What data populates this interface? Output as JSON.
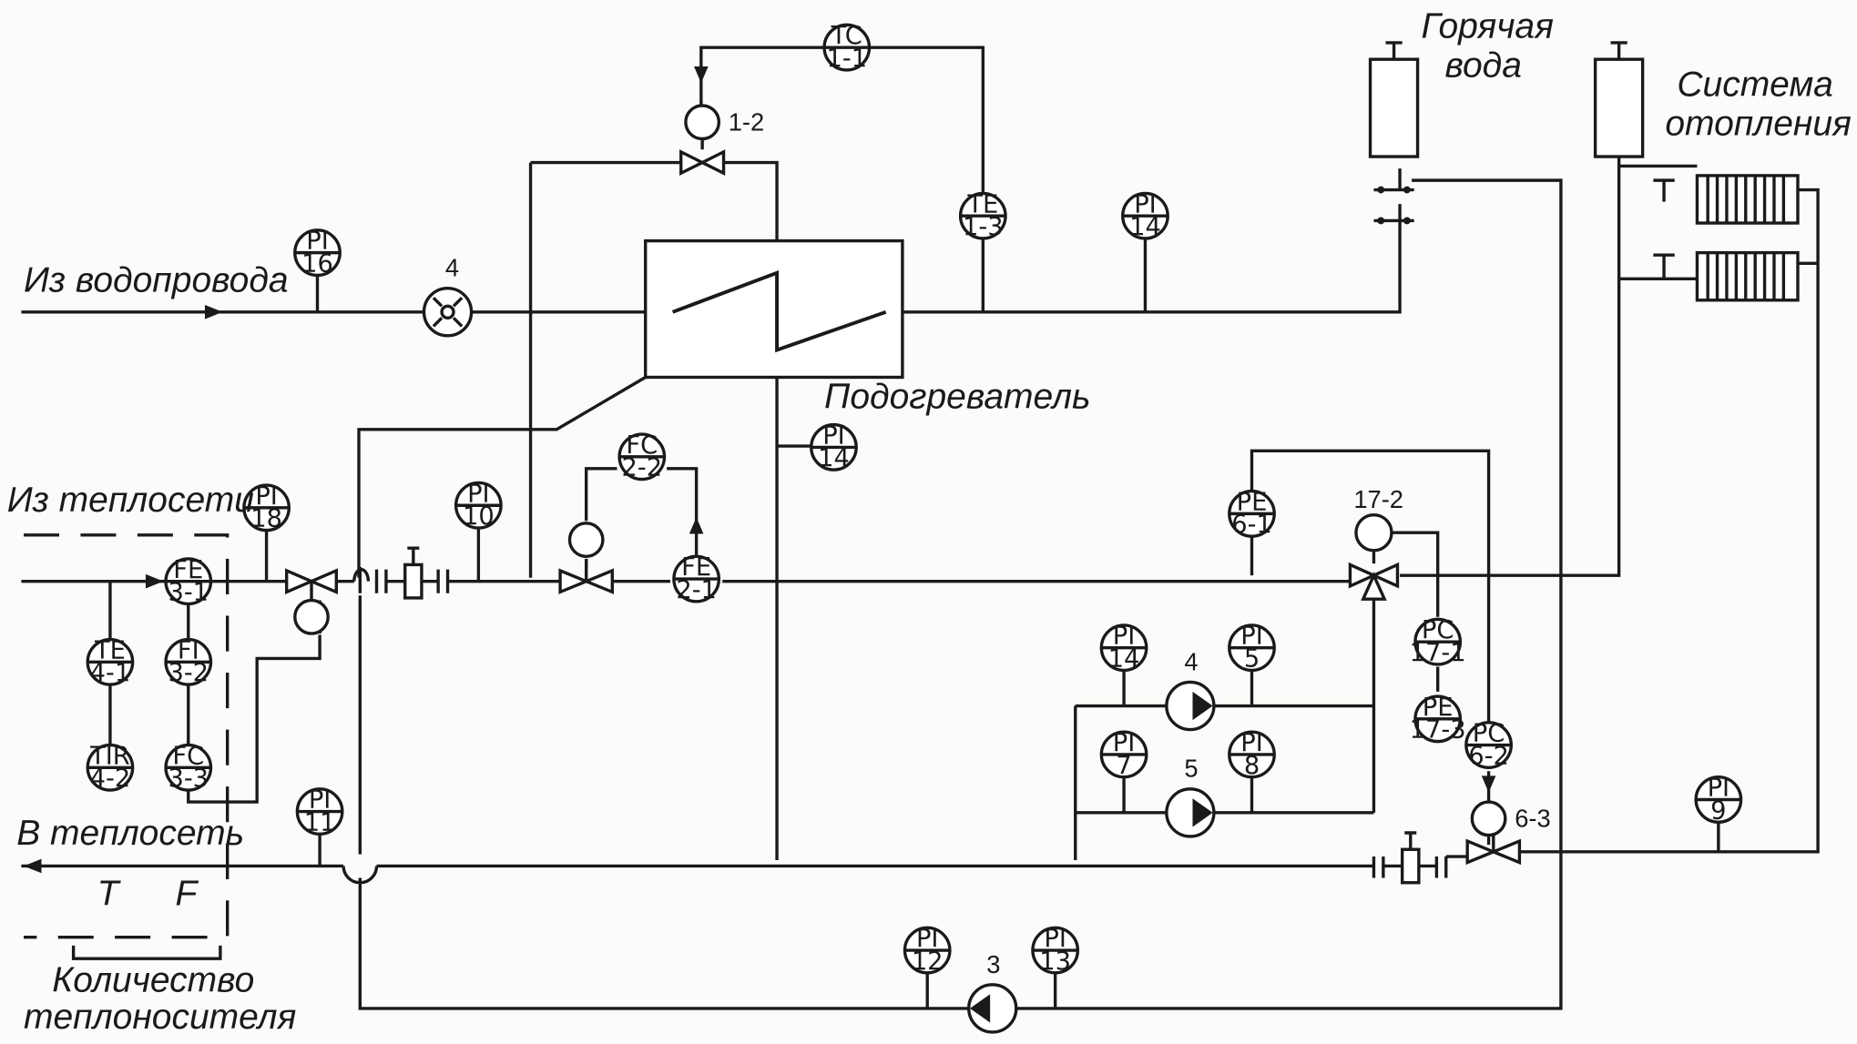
{
  "labels": {
    "water_supply_in": "Из водопровода",
    "heat_network_in": "Из теплосети",
    "heat_network_out": "В теплосеть",
    "heater": "Подогреватель",
    "hot_water_line1": "Горячая",
    "hot_water_line2": "вода",
    "heating_system_line1": "Система",
    "heating_system_line2": "отопления",
    "coolant_qty_line1": "Количество",
    "coolant_qty_line2": "теплоносителя",
    "letter_t": "T",
    "letter_f": "F"
  },
  "instruments": [
    {
      "id": "tc-1-1",
      "top": "TC",
      "bottom": "1-1"
    },
    {
      "id": "te-1-3",
      "top": "TE",
      "bottom": "1-3"
    },
    {
      "id": "pi-14-a",
      "top": "PI",
      "bottom": "14"
    },
    {
      "id": "pi-16",
      "top": "PI",
      "bottom": "16"
    },
    {
      "id": "pi-14-b",
      "top": "PI",
      "bottom": "14"
    },
    {
      "id": "pi-18",
      "top": "PI",
      "bottom": "18"
    },
    {
      "id": "pi-10",
      "top": "PI",
      "bottom": "10"
    },
    {
      "id": "fc-2-2",
      "top": "FC",
      "bottom": "2-2"
    },
    {
      "id": "fe-2-1",
      "top": "FE",
      "bottom": "2-1"
    },
    {
      "id": "fe-3-1",
      "top": "FE",
      "bottom": "3-1"
    },
    {
      "id": "te-4-1",
      "top": "TE",
      "bottom": "4-1"
    },
    {
      "id": "fi-3-2",
      "top": "FI",
      "bottom": "3-2"
    },
    {
      "id": "tir-4-2",
      "top": "TIR",
      "bottom": "4-2"
    },
    {
      "id": "fc-3-3",
      "top": "FC",
      "bottom": "3-3"
    },
    {
      "id": "pe-6-1",
      "top": "PE",
      "bottom": "6-1"
    },
    {
      "id": "pc-17-1",
      "top": "PC",
      "bottom": "17-1"
    },
    {
      "id": "pe-17-3",
      "top": "PE",
      "bottom": "17-3"
    },
    {
      "id": "pc-6-2",
      "top": "PC",
      "bottom": "6-2"
    },
    {
      "id": "pi-14-c",
      "top": "PI",
      "bottom": "14"
    },
    {
      "id": "pi-5",
      "top": "PI",
      "bottom": "5"
    },
    {
      "id": "pi-7",
      "top": "PI",
      "bottom": "7"
    },
    {
      "id": "pi-8",
      "top": "PI",
      "bottom": "8"
    },
    {
      "id": "pi-11",
      "top": "PI",
      "bottom": "11"
    },
    {
      "id": "pi-9",
      "top": "PI",
      "bottom": "9"
    },
    {
      "id": "pi-12",
      "top": "PI",
      "bottom": "12"
    },
    {
      "id": "pi-13",
      "top": "PI",
      "bottom": "13"
    }
  ],
  "equipment_numbers": {
    "actuator_1_2": "1-2",
    "flowmeter_4": "4",
    "actuator_17_2": "17-2",
    "pump_4": "4",
    "pump_5": "5",
    "actuator_6_3": "6-3",
    "pump_3": "3"
  }
}
